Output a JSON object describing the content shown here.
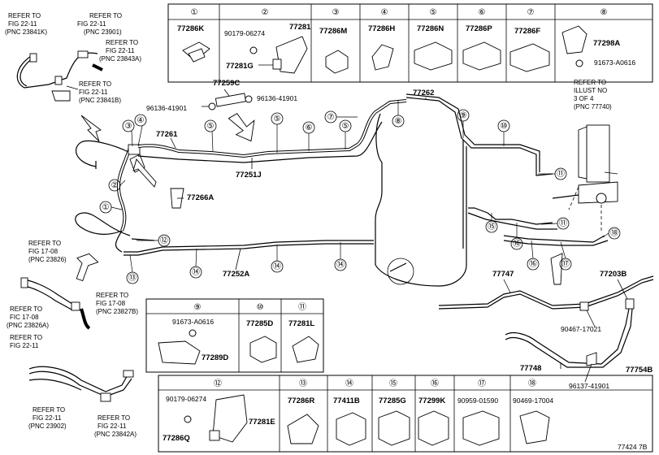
{
  "legend_top": [
    {
      "num": "①",
      "pnc": "77286K"
    },
    {
      "num": "②",
      "pnc_a": "90179-06274",
      "pnc_b": "77281",
      "pnc_c": "77281G"
    },
    {
      "num": "③",
      "pnc": "77286M"
    },
    {
      "num": "④",
      "pnc": "77286H"
    },
    {
      "num": "⑤",
      "pnc": "77286N"
    },
    {
      "num": "⑥",
      "pnc": "77286P"
    },
    {
      "num": "⑦",
      "pnc": "77286F"
    },
    {
      "num": "⑧",
      "pnc_a": "77298A",
      "pnc_b": "91673-A0616"
    }
  ],
  "legend_mid": [
    {
      "num": "⑨",
      "pnc_a": "91673-A0616",
      "pnc_b": "77289D"
    },
    {
      "num": "⑩",
      "pnc": "77285D"
    },
    {
      "num": "⑪",
      "pnc": "77281L"
    }
  ],
  "legend_bottom": [
    {
      "num": "⑫",
      "pnc_a": "90179-06274",
      "pnc_b": "77281E",
      "pnc_c": "77286Q"
    },
    {
      "num": "⑬",
      "pnc": "77286R"
    },
    {
      "num": "⑭",
      "pnc": "77411B"
    },
    {
      "num": "⑮",
      "pnc": "77285G"
    },
    {
      "num": "⑯",
      "pnc": "77299K"
    },
    {
      "num": "⑰",
      "pnc": "90959-01590"
    },
    {
      "num": "⑱",
      "pnc": "90469-17004"
    }
  ],
  "refs": {
    "r1": [
      "REFER TO",
      "FIG 22-11",
      "(PNC 23841K)"
    ],
    "r2": [
      "REFER TO",
      "FIG 22-11",
      "(PNC 23901)"
    ],
    "r3": [
      "REFER TO",
      "FIG 22-11",
      "(PNC 23843A)"
    ],
    "r4": [
      "REFER TO",
      "FIG 22-11",
      "(PNC 23841B)"
    ],
    "r5": [
      "REFER TO",
      "ILLUST NO",
      "3 OF 4",
      "(PNC 77740)"
    ],
    "r6": [
      "REFER TO",
      "FIG 17-08",
      "(PNC 23826)"
    ],
    "r7": [
      "REFER TO",
      "FIG 17-08",
      "(PNC 23827B)"
    ],
    "r8": [
      "REFER TO",
      "FIC 17-08",
      "(PNC 23826A)"
    ],
    "r9": [
      "REFER TO",
      "FIG 22-11"
    ],
    "r10": [
      "REFER TO",
      "FIG 22-11",
      "(PNC 23902)"
    ],
    "r11": [
      "REFER TO",
      "FIG 22-11",
      "(PNC 23842A)"
    ]
  },
  "parts": {
    "p77259C": "77259C",
    "p96136a": "96136-41901",
    "p96136b": "96136-41901",
    "p77261": "77261",
    "p77262": "77262",
    "p77251J": "77251J",
    "p77266A": "77266A",
    "p77252A": "77252A",
    "p77747": "77747",
    "p77203B": "77203B",
    "p90467": "90467-17021",
    "p77748": "77748",
    "p77754B": "77754B",
    "p96137": "96137-41901"
  },
  "callouts": {
    "c1": "①",
    "c2": "②",
    "c3": "③",
    "c4": "④",
    "c5": "⑤",
    "c6": "⑥",
    "c7": "⑦",
    "c8": "⑧",
    "c9": "⑨",
    "c10": "⑩",
    "c11": "⑪",
    "c12": "⑫",
    "c13": "⑬",
    "c14": "⑭",
    "c15": "⑮",
    "c16": "⑯",
    "c17": "⑰",
    "c18": "⑱"
  },
  "figure_id": "77424 7B"
}
